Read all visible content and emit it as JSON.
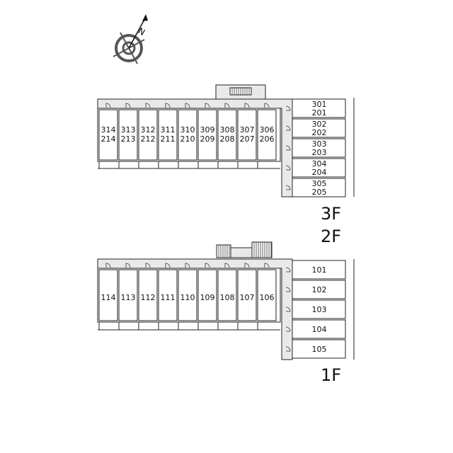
{
  "compass": {
    "icon": "compass-north-icon",
    "label": "N"
  },
  "floor_labels": {
    "upper_3f": "3F",
    "upper_2f": "2F",
    "lower_1f": "1F"
  },
  "upper_block": {
    "west_units": [
      {
        "top": "314",
        "bottom": "214"
      },
      {
        "top": "313",
        "bottom": "213"
      },
      {
        "top": "312",
        "bottom": "212"
      },
      {
        "top": "311",
        "bottom": "211"
      },
      {
        "top": "310",
        "bottom": "210"
      },
      {
        "top": "309",
        "bottom": "209"
      },
      {
        "top": "308",
        "bottom": "208"
      },
      {
        "top": "307",
        "bottom": "207"
      },
      {
        "top": "306",
        "bottom": "206"
      }
    ],
    "east_units": [
      {
        "top": "301",
        "bottom": "201"
      },
      {
        "top": "302",
        "bottom": "202"
      },
      {
        "top": "303",
        "bottom": "203"
      },
      {
        "top": "304",
        "bottom": "204"
      },
      {
        "top": "305",
        "bottom": "205"
      }
    ]
  },
  "lower_block": {
    "west_units": [
      "114",
      "113",
      "112",
      "111",
      "110",
      "109",
      "108",
      "107",
      "106"
    ],
    "east_units": [
      "101",
      "102",
      "103",
      "104",
      "105"
    ]
  }
}
